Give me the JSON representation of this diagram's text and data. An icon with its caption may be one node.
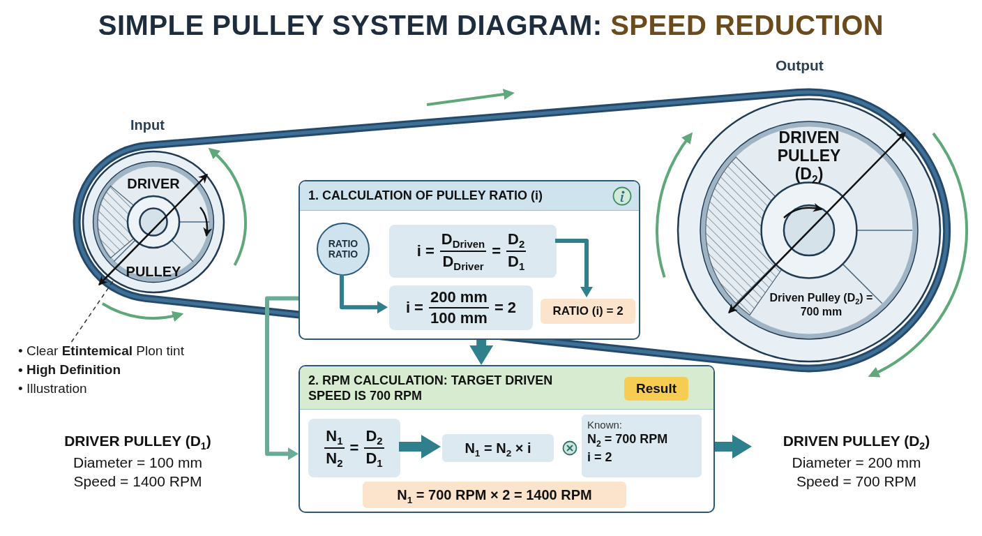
{
  "diagram": {
    "title": "SIMPLE PULLEY SYSTEM DIAGRAM: SPEED REDUCTION",
    "nodes": [
      {
        "text": [
          "DRIVER",
          "PULLEY"
        ],
        "beside": [
          "Input"
        ]
      },
      {
        "text": [
          "DRIVEN PULLEY (D$_{2}$)",
          "Driven Pulley (D$_{2}$) = 700 mm"
        ],
        "beside": [
          "Output"
        ]
      },
      {
        "text": [
          "1. CALCULATION OF PULLEY RATIO (i)"
        ]
      },
      {
        "text": [
          "RATIO RATIO"
        ],
        "in": 2
      },
      {
        "text": [
          "i =",
          "D$_{Driven}$",
          "D$_{Driver}$",
          "=",
          "D$_{2}$",
          "D$_{1}$"
        ],
        "in": 2
      },
      {
        "text": [
          "i =",
          "200 mm",
          "100 mm",
          "= 2"
        ],
        "in": 2
      },
      {
        "text": [
          "RATIO (i) = 2"
        ],
        "in": 2
      },
      {
        "text": [
          "2. RPM CALCULATION: TARGET DRIVEN SPEED IS 700 RPM"
        ]
      },
      {
        "text": [
          "Result"
        ],
        "in": 7
      },
      {
        "text": [
          "N$_{1}$",
          "N$_{2}$",
          "=",
          "D$_{2}$",
          "D$_{1}$"
        ],
        "in": 7
      },
      {
        "text": [
          "N$_{1}$ = N$_{2}$ × i"
        ],
        "in": 7
      },
      {
        "text": [
          "Known:",
          "N$_{2}$ = 700 RPM",
          "i = 2"
        ],
        "in": 7
      },
      {
        "text": [
          "N$_{1}$ = 700 RPM × 2 = 1400 RPM"
        ],
        "in": 7
      },
      {
        "text": [
          "DRIVER PULLEY (D$_{1}$)",
          "Diameter = 100 mm",
          "Speed = 1400 RPM"
        ]
      },
      {
        "text": [
          "DRIVEN PULLEY (D$_{2}$)",
          "Diameter = 200 mm",
          "Speed = 700 RPM"
        ]
      },
      {
        "text": [
          "• Clear **Etintemical** Plon tint",
          "• High Definition",
          "• Illustration"
        ]
      }
    ],
    "edges": [
      {
        "from": 3,
        "to": 5,
        "arrow": "to"
      },
      {
        "from": 4,
        "to": 6,
        "arrow": "to"
      },
      {
        "from": 2,
        "to": 7,
        "arrow": "to",
        "style": "thick"
      },
      {
        "from": 2,
        "to": 7,
        "arrow": "to",
        "color": "#6aab98"
      },
      {
        "from": 9,
        "to": 10,
        "arrow": "to",
        "style": "thick"
      },
      {
        "from": 7,
        "to": 14,
        "arrow": "to",
        "style": "thick"
      },
      {
        "from": 15,
        "to": 0,
        "arrow": "none",
        "style": "dashed",
        "color": "#333333"
      }
    ]
  }
}
